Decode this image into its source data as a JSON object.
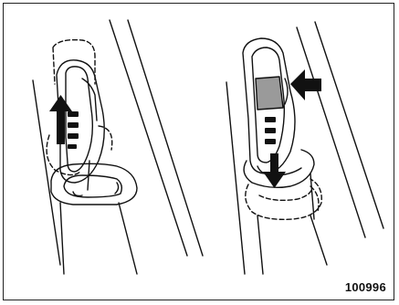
{
  "figure": {
    "id_label": "100996",
    "panels": [
      {
        "name": "left",
        "arrow_direction": "up",
        "description_icon": "arrow-up-icon"
      },
      {
        "name": "right",
        "arrow_direction": "down",
        "description_icon": "arrow-down-icon",
        "press_icon": "arrow-left-icon"
      }
    ],
    "colors": {
      "line": "#111111",
      "shade": "#9a9a9a",
      "background": "#ffffff"
    }
  }
}
